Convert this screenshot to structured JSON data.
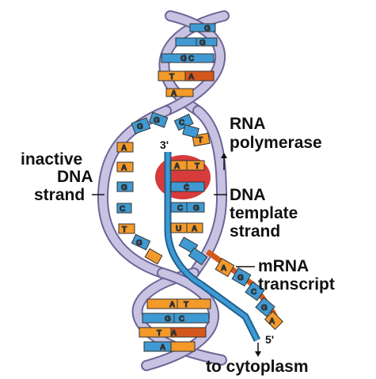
{
  "labels": {
    "rna_polymerase_line1": "RNA",
    "rna_polymerase_line2": "polymerase",
    "inactive_line1": "inactive",
    "inactive_line2": "DNA",
    "inactive_line3": "strand",
    "template_line1": "DNA",
    "template_line2": "template",
    "template_line3": "strand",
    "mrna_line1": "mRNA",
    "mrna_line2": "transcript",
    "cytoplasm": "to cytoplasm",
    "three_prime": "3'",
    "five_prime": "5'"
  },
  "base_pairs": {
    "top": [
      {
        "left": "",
        "right": "G"
      },
      {
        "left": "",
        "right": "G"
      },
      {
        "left": "G",
        "right": "C"
      },
      {
        "left": "T",
        "right": "A"
      },
      {
        "left": "A",
        "right": ""
      }
    ],
    "bottom": [
      {
        "left": "A",
        "right": "T"
      },
      {
        "left": "G",
        "right": "C"
      },
      {
        "left": "T",
        "right": "A"
      },
      {
        "left": "",
        "right": "A"
      }
    ]
  },
  "inactive_bases": [
    "G",
    "A",
    "A",
    "G",
    "C",
    "T",
    "G"
  ],
  "open_region_bases": [
    "G",
    "C",
    "T"
  ],
  "template_bases": [
    "A",
    "T",
    "C",
    "G",
    "U",
    "A"
  ],
  "mrna_bases": [
    "A",
    "G",
    "C",
    "G",
    "A"
  ],
  "colors": {
    "backbone": "#c9c3e3",
    "backbone_stroke": "#6d6596",
    "purine_orange": "#f39a2a",
    "pyrimidine_blue": "#3f9ad3",
    "blue_dark": "#1f5f8f",
    "polymerase_red": "#d42a2a"
  }
}
